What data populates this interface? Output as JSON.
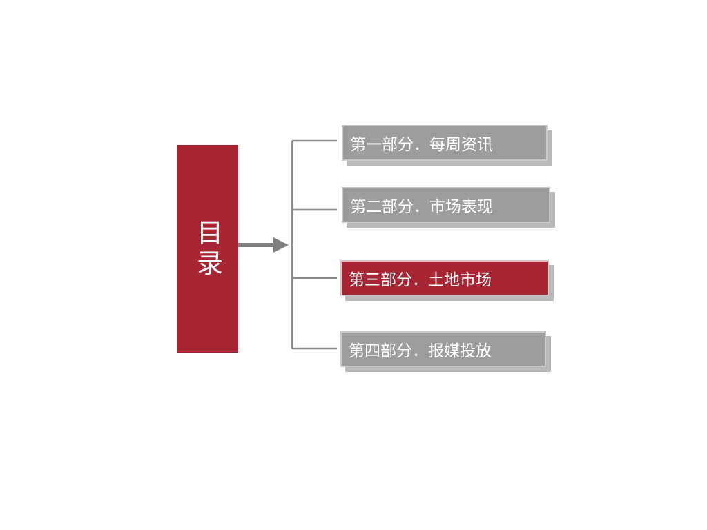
{
  "toc": {
    "title": "目录",
    "items": [
      {
        "label": "第一部分．每周资讯",
        "active": false
      },
      {
        "label": "第二部分．市场表现",
        "active": false
      },
      {
        "label": "第三部分．土地市场",
        "active": true
      },
      {
        "label": "第四部分．报媒投放",
        "active": false
      }
    ]
  },
  "colors": {
    "accent_red": "#a82634",
    "box_gray": "#9d9d9e",
    "shadow_gray": "#b8b9bb",
    "line_gray": "#8a8a8a",
    "text_white": "#ffffff"
  }
}
